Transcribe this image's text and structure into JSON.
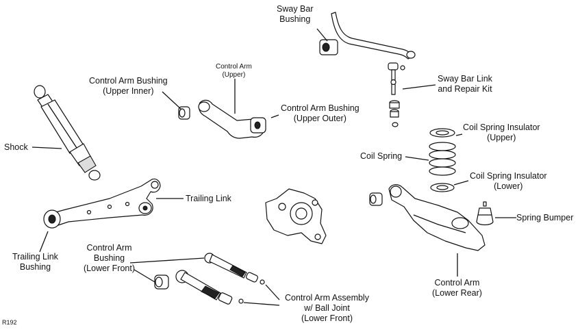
{
  "diagram_code": "R192",
  "labels": {
    "sway_bar_bushing": [
      "Sway Bar",
      "Bushing"
    ],
    "control_arm_upper": [
      "Control Arm",
      "(Upper)"
    ],
    "ca_bushing_upper_inner": [
      "Control Arm Bushing",
      "(Upper Inner)"
    ],
    "ca_bushing_upper_outer": [
      "Control Arm Bushing",
      "(Upper Outer)"
    ],
    "sway_bar_link": [
      "Sway Bar Link",
      "and Repair Kit"
    ],
    "coil_spring_insulator_upper": [
      "Coil Spring Insulator",
      "(Upper)"
    ],
    "coil_spring": [
      "Coil Spring"
    ],
    "coil_spring_insulator_lower": [
      "Coil Spring Insulator",
      "(Lower)"
    ],
    "spring_bumper": [
      "Spring Bumper"
    ],
    "shock": [
      "Shock"
    ],
    "trailing_link": [
      "Trailing Link"
    ],
    "trailing_link_bushing": [
      "Trailing Link",
      "Bushing"
    ],
    "ca_bushing_lower_front": [
      "Control Arm",
      "Bushing",
      "(Lower Front)"
    ],
    "ca_assembly_lower_front": [
      "Control Arm Assembly",
      "w/ Ball Joint",
      "(Lower Front)"
    ],
    "control_arm_lower_rear": [
      "Control Arm",
      "(Lower Rear)"
    ]
  }
}
